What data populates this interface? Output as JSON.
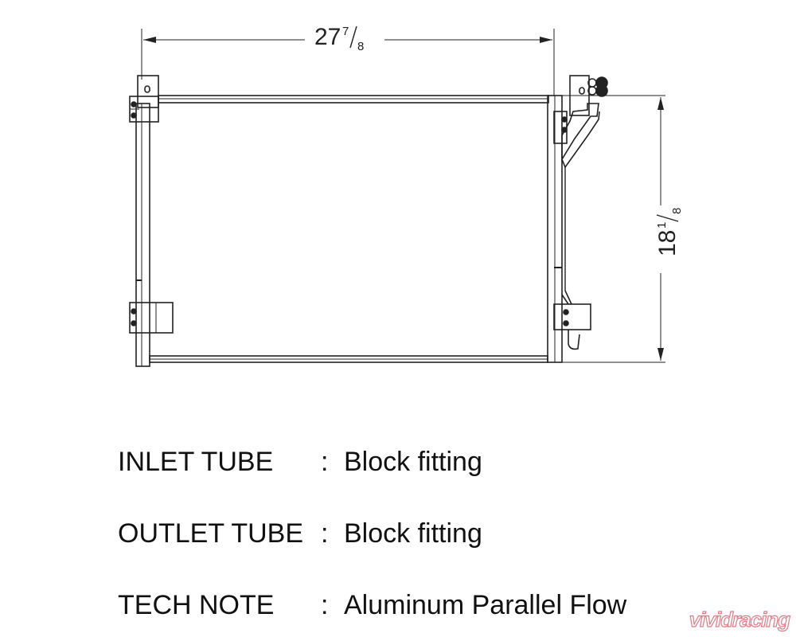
{
  "dimensions": {
    "width": {
      "whole": "27",
      "num": "7",
      "den": "8"
    },
    "height": {
      "whole": "18",
      "num": "1",
      "den": "8"
    }
  },
  "specs": [
    {
      "label": "INLET TUBE",
      "colon": ":",
      "value": "Block fitting"
    },
    {
      "label": "OUTLET TUBE",
      "colon": ":",
      "value": "Block fitting"
    },
    {
      "label": "TECH NOTE",
      "colon": ":",
      "value": "Aluminum Parallel Flow"
    }
  ],
  "watermark": "vividracing"
}
